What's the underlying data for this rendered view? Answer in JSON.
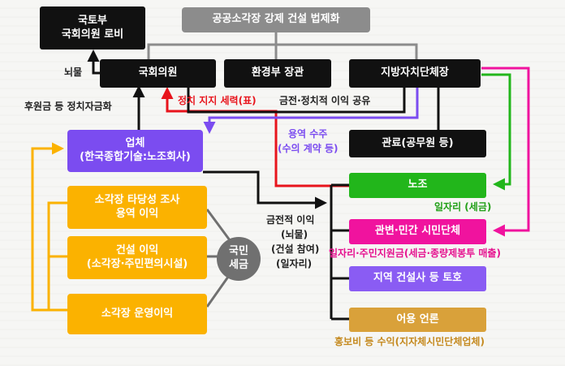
{
  "nodes": {
    "lobby": {
      "line1": "국토부",
      "line2": "국회의원 로비"
    },
    "legislation": {
      "label": "공공소각장 강제 건설 법제화"
    },
    "assembly": {
      "label": "국회의원"
    },
    "env_minister": {
      "label": "환경부 장관"
    },
    "local_gov": {
      "label": "지방자치단체장"
    },
    "company": {
      "line1": "업체",
      "line2": "(한국종합기술:노조회사)"
    },
    "officials": {
      "label": "관료(공무원 등)"
    },
    "feasibility": {
      "line1": "소각장 타당성 조사",
      "line2": "용역 이익"
    },
    "construction": {
      "line1": "건설 이익",
      "line2": "(소각장·주민편의시설)"
    },
    "operation": {
      "label": "소각장 운영이익"
    },
    "tax": {
      "line1": "국민",
      "line2": "세금"
    },
    "union": {
      "label": "노조"
    },
    "civic": {
      "label": "관변·민간 시민단체"
    },
    "local_builders": {
      "label": "지역 건설사 등 토호"
    },
    "media": {
      "label": "어용 언론"
    }
  },
  "labels": {
    "bribe": "뇌물",
    "donation": "후원금 등 정치자금화",
    "political_support": "정치 지지 세력(표)",
    "profit_share": "금전·정치적 이익 공유",
    "service_order_1": "용역 수주",
    "service_order_2": "(수의 계약 등)",
    "monetary_1": "금전적 이익",
    "monetary_2": "(뇌물)",
    "monetary_3": "(건설 참여)",
    "monetary_4": "(일자리)",
    "jobs": "일자리 (세금)",
    "jobs_funds": "일자리·주민지원금(세금·종량제봉투 매출)",
    "ad_revenue": "홍보비 등 수익(지자체시민단체업체)"
  },
  "colors": {
    "red": "#e8141c",
    "purple": "#7b4cf0",
    "green": "#22b61b",
    "magenta": "#f0139e",
    "orange": "#fbb200",
    "black": "#111111",
    "grey": "#707070"
  }
}
